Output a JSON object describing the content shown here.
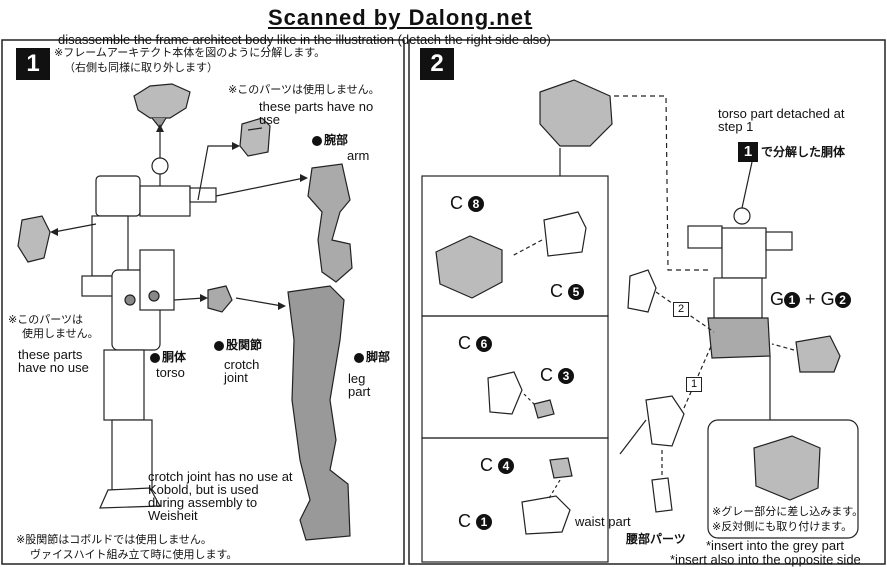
{
  "header": {
    "watermark": "Scanned by Dalong.net"
  },
  "step1": {
    "number": "1",
    "instruction_en": "disassemble the frame architect body like in the illustration (detach the right side also)",
    "instruction_jp_1": "※フレームアーキテクト本体を図のように分解します。",
    "instruction_jp_2": "（右側も同様に取り外します）",
    "unused_note_top_jp": "※このパーツは使用しません。",
    "unused_note_top_en": "these parts have no use",
    "arm_jp": "腕部",
    "arm_en": "arm",
    "unused_note_left_jp_1": "※このパーツは",
    "unused_note_left_jp_2": "使用しません。",
    "unused_note_left_en": "these parts have no use",
    "torso_jp": "胴体",
    "torso_en": "torso",
    "crotch_jp": "股関節",
    "crotch_en": "crotch joint",
    "leg_jp": "脚部",
    "leg_en": "leg part",
    "crotch_note_en": "crotch joint has no use at Kobold, but is used during assembly to Weisheit",
    "crotch_note_jp_1": "※股関節はコボルドでは使用しません。",
    "crotch_note_jp_2": "ヴァイスハイト組み立て時に使用します。"
  },
  "step2": {
    "number": "2",
    "torso_ref_en": "torso part detached at step 1",
    "torso_ref_jp": "で分解した胴体",
    "torso_ref_num": "1",
    "parts": {
      "c8": {
        "letter": "C",
        "num": "8"
      },
      "c5": {
        "letter": "C",
        "num": "5"
      },
      "c6": {
        "letter": "C",
        "num": "6"
      },
      "c3": {
        "letter": "C",
        "num": "3"
      },
      "c4": {
        "letter": "C",
        "num": "4"
      },
      "c1": {
        "letter": "C",
        "num": "1"
      },
      "g1": {
        "letter": "G",
        "num": "1"
      },
      "g2": {
        "letter": "G",
        "num": "2"
      },
      "plus": "+"
    },
    "sub_step_1": "1",
    "sub_step_2": "2",
    "waist_en": "waist part",
    "waist_jp": "腰部パーツ",
    "detail_note_jp_1": "※グレー部分に差し込みます。",
    "detail_note_jp_2": "※反対側にも取り付けます。",
    "detail_note_en_1": "*insert into the grey part",
    "detail_note_en_2": "*insert also into the opposite side"
  }
}
